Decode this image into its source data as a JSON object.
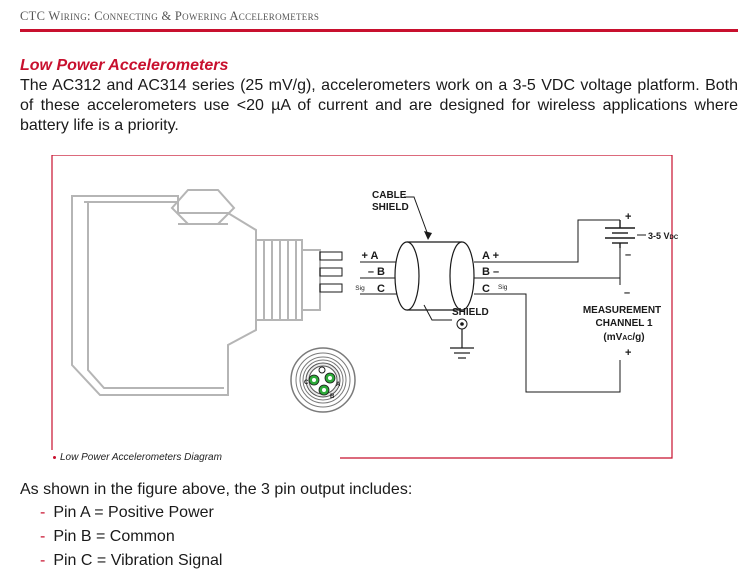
{
  "header": {
    "title": "CTC Wiring: Connecting & Powering Accelerometers"
  },
  "section": {
    "title": "Low Power Accelerometers",
    "body": "The AC312 and AC314 series (25 mV/g), accelerometers work on a 3-5 VDC voltage platform. Both of these accelerometers use <20 µA of current and are designed for wireless applications where battery life is a priority."
  },
  "diagram": {
    "cable_shield_line1": "CABLE",
    "cable_shield_line2": "SHIELD",
    "left_pin_a": "+ A",
    "left_pin_b": "– B",
    "left_pin_c_prefix": "Sig",
    "left_pin_c": "C",
    "right_pin_a": "A +",
    "right_pin_b": "B –",
    "right_pin_c": "C",
    "right_pin_c_suffix": "Sig",
    "shield_label": "SHIELD",
    "battery_plus": "+",
    "battery_minus": "–",
    "voltage_label": "3-5 V",
    "voltage_sub": "DC",
    "meas_minus": "–",
    "meas_line1": "MEASUREMENT",
    "meas_line2": "CHANNEL 1",
    "meas_line3_pre": "(mV",
    "meas_line3_sub": "AC",
    "meas_line3_post": "/g)",
    "meas_plus": "+",
    "connector_pin_c": "C",
    "connector_pin_a": "A",
    "connector_pin_b": "B",
    "caption": "Low Power Accelerometers Diagram"
  },
  "colors": {
    "accent": "#c8102e",
    "sensor_stroke": "#b5b5b5",
    "pin_green": "#2eaa3a"
  },
  "list": {
    "intro": "As shown in the figure above, the 3 pin output  includes:",
    "dash": "-",
    "items": [
      "Pin A = Positive Power",
      "Pin B = Common",
      "Pin C = Vibration Signal"
    ]
  }
}
